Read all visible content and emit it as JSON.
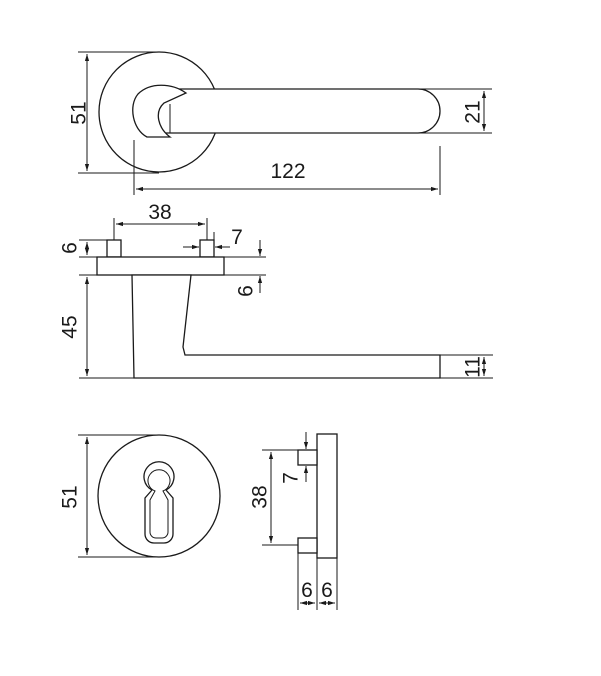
{
  "top_view": {
    "rose_diameter": "51",
    "handle_thickness": "21",
    "handle_length": "122"
  },
  "side_view": {
    "pin_spacing": "38",
    "pin_width": "7",
    "pin_height": "6",
    "rose_thickness": "6",
    "handle_height": "45",
    "handle_end_thickness": "11"
  },
  "escutcheon_front": {
    "diameter": "51"
  },
  "escutcheon_side": {
    "pin_spacing": "38",
    "pin_size": "7",
    "pin_depth": "6",
    "plate_depth": "6"
  }
}
